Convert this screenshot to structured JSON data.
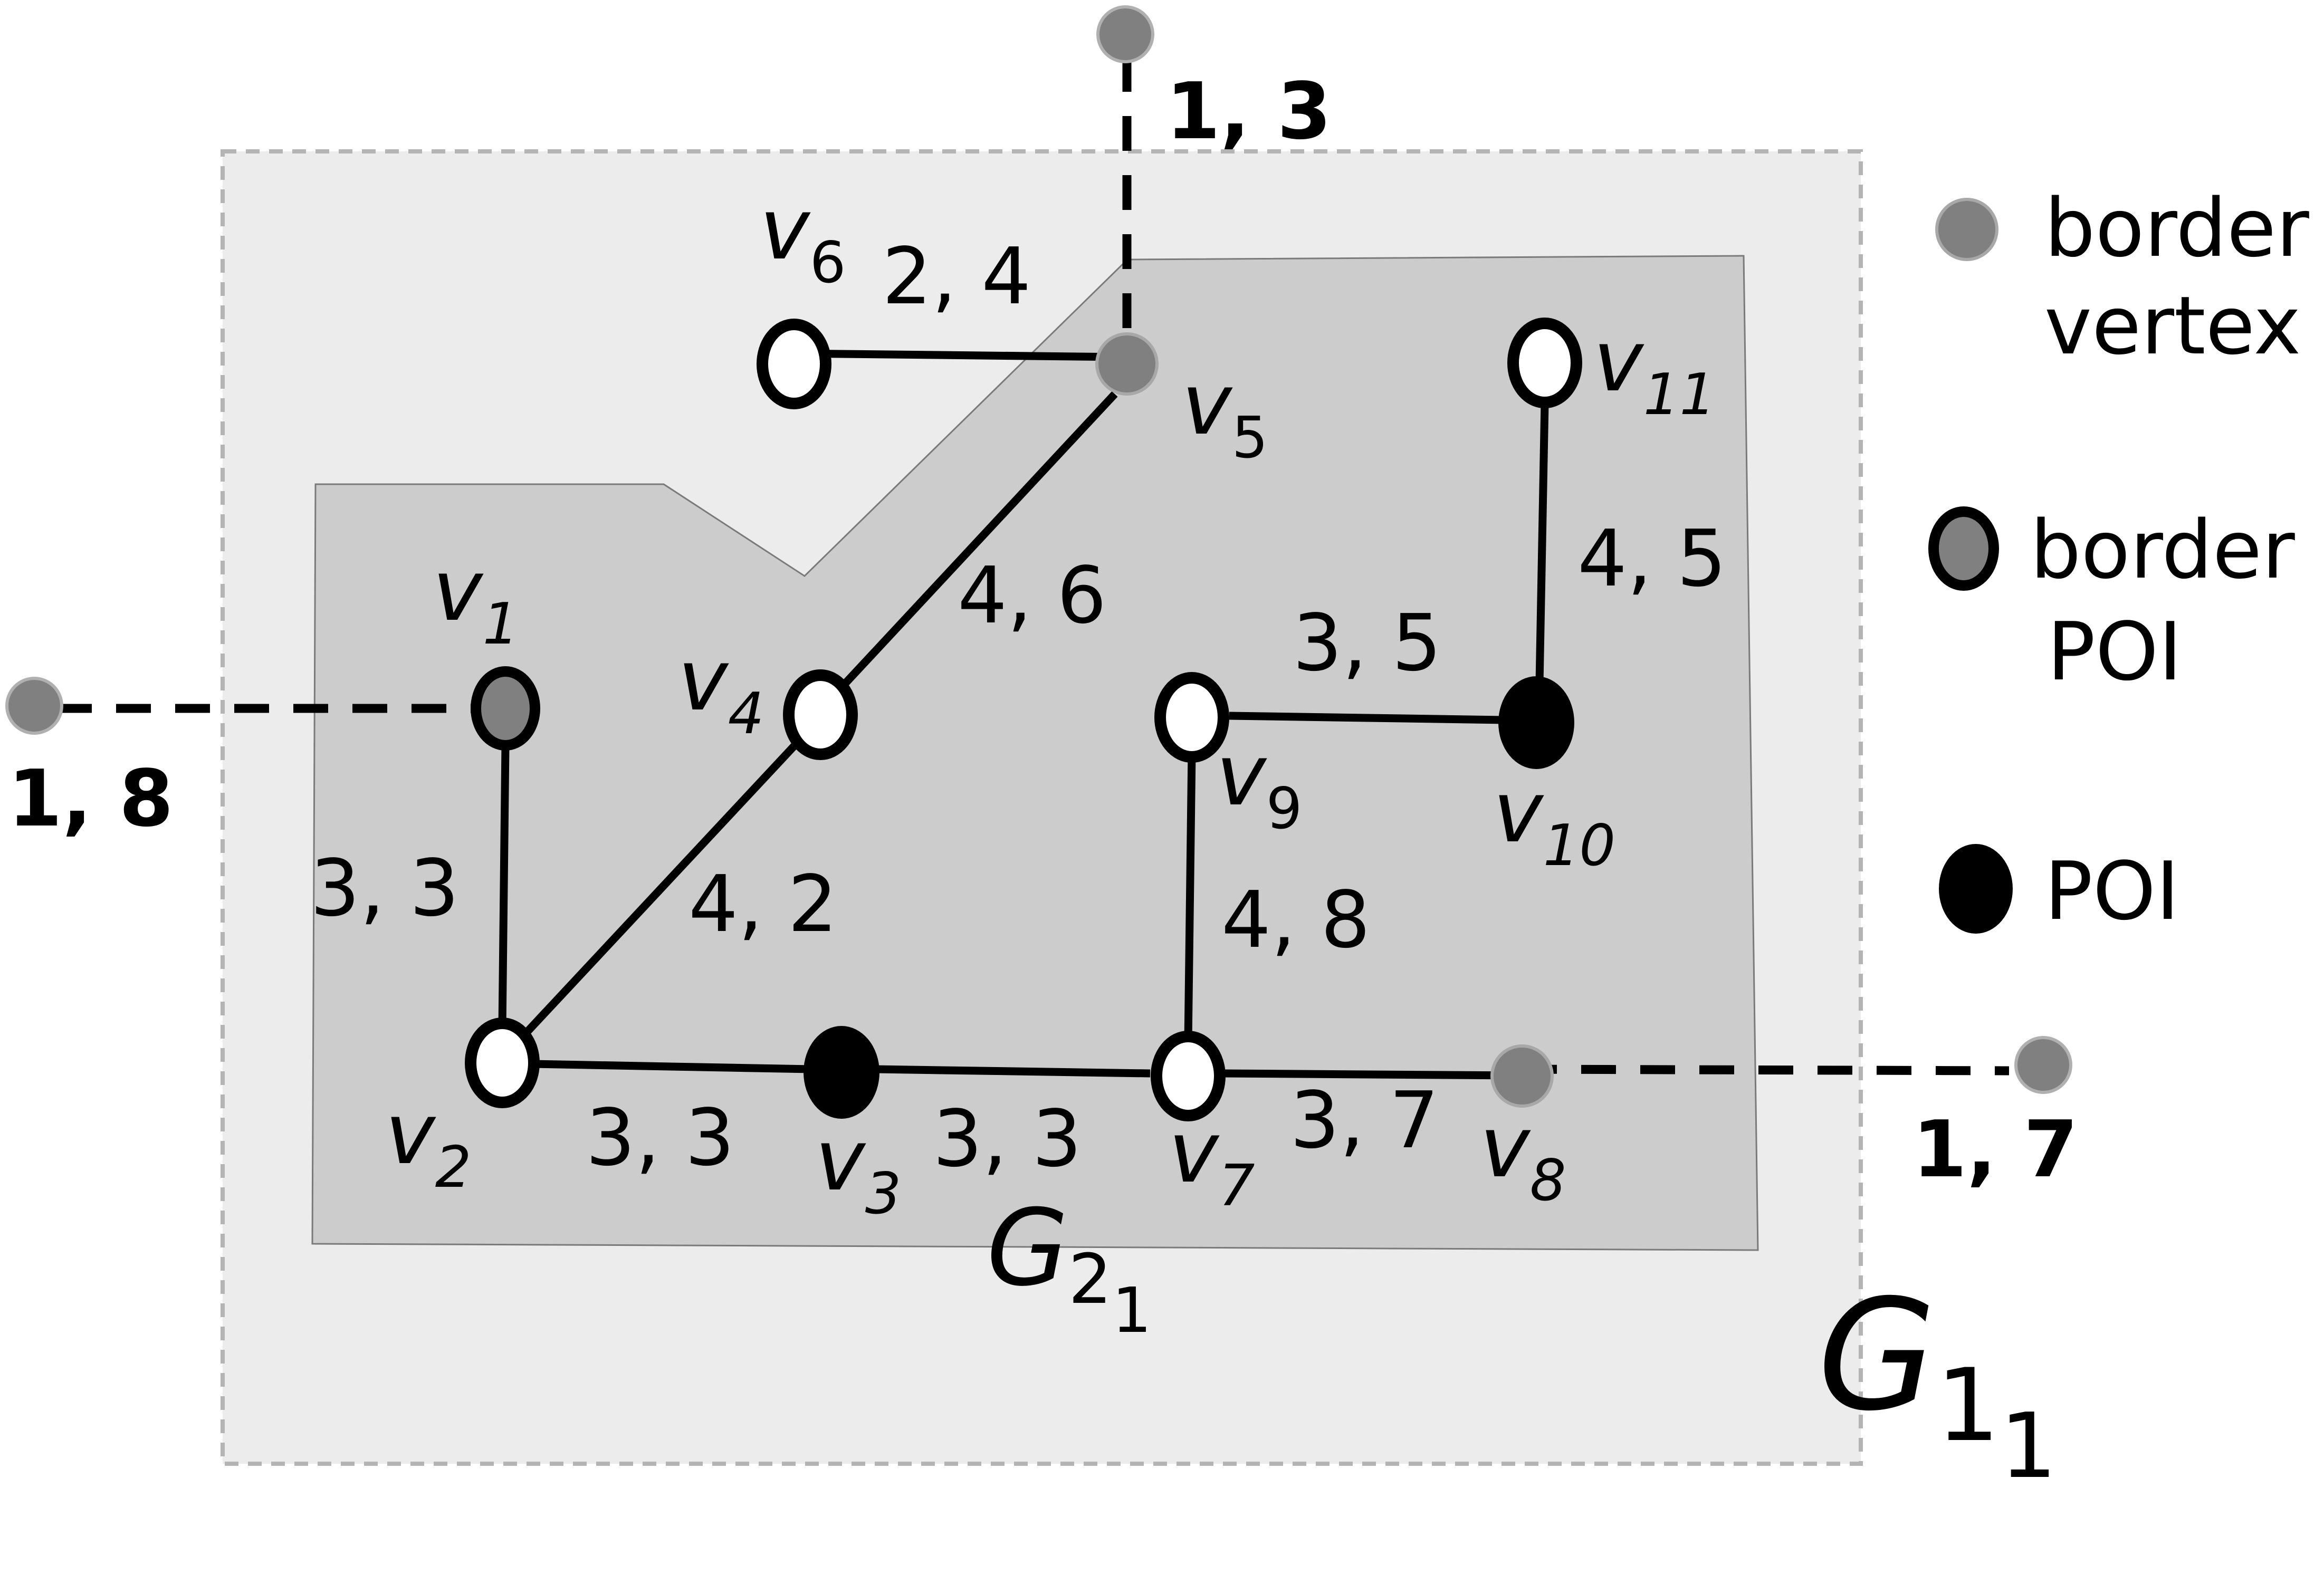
{
  "graph": {
    "outer_region": {
      "base": "G",
      "sub": "1",
      "subsub": "1"
    },
    "inner_region": {
      "base": "G",
      "sub": "2",
      "subsub": "1"
    },
    "vertices": [
      {
        "id": "v1",
        "base": "v",
        "index": "1",
        "kind": "border-poi"
      },
      {
        "id": "v2",
        "base": "v",
        "index": "2",
        "kind": "vertex"
      },
      {
        "id": "v3",
        "base": "v",
        "index": "3",
        "kind": "poi"
      },
      {
        "id": "v4",
        "base": "v",
        "index": "4",
        "kind": "vertex"
      },
      {
        "id": "v5",
        "base": "v",
        "index": "5",
        "kind": "border-vertex"
      },
      {
        "id": "v6",
        "base": "v",
        "index": "6",
        "kind": "vertex"
      },
      {
        "id": "v7",
        "base": "v",
        "index": "7",
        "kind": "vertex"
      },
      {
        "id": "v8",
        "base": "v",
        "index": "8",
        "kind": "border-vertex"
      },
      {
        "id": "v9",
        "base": "v",
        "index": "9",
        "kind": "vertex"
      },
      {
        "id": "v10",
        "base": "v",
        "index": "10",
        "kind": "poi"
      },
      {
        "id": "v11",
        "base": "v",
        "index": "11",
        "kind": "vertex"
      }
    ],
    "edges": [
      {
        "from": "v6",
        "to": "v5",
        "label": "2, 4"
      },
      {
        "from": "v5",
        "to": "v4",
        "label": "4, 6"
      },
      {
        "from": "v4",
        "to": "v2",
        "label": "4, 2"
      },
      {
        "from": "v1",
        "to": "v2",
        "label": "3, 3"
      },
      {
        "from": "v2",
        "to": "v3",
        "label": "3, 3"
      },
      {
        "from": "v3",
        "to": "v7",
        "label": "3, 3"
      },
      {
        "from": "v7",
        "to": "v8",
        "label": "3, 7"
      },
      {
        "from": "v7",
        "to": "v9",
        "label": "4, 8"
      },
      {
        "from": "v9",
        "to": "v10",
        "label": "3, 5"
      },
      {
        "from": "v10",
        "to": "v11",
        "label": "4, 5"
      }
    ],
    "external_edges": [
      {
        "from": "v5",
        "label": "1, 3"
      },
      {
        "from": "v1",
        "label": "1, 8"
      },
      {
        "from": "v8",
        "label": "1, 7"
      }
    ]
  },
  "legend": {
    "border_vertex": [
      "border",
      "vertex"
    ],
    "border_poi": [
      "border",
      "POI"
    ],
    "poi": [
      "POI"
    ]
  },
  "colors": {
    "outer_region_fill": "#ececec",
    "inner_region_fill": "#cccccc",
    "border_vertex_fill": "#808080",
    "outer_border_dash": "#b4b4b4"
  }
}
